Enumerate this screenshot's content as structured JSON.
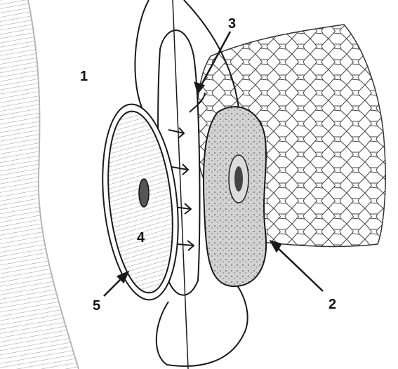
{
  "labels": {
    "l1": "1",
    "l2": "2",
    "l3": "3",
    "l4": "4",
    "l5": "5"
  },
  "colors": {
    "ink": "#1a1a1a",
    "wall_shade": "#d9d9d9",
    "tissue_fill": "#ffffff",
    "segment_fill": "#cfcfcf",
    "graft_fill": "#c4c4c4"
  }
}
